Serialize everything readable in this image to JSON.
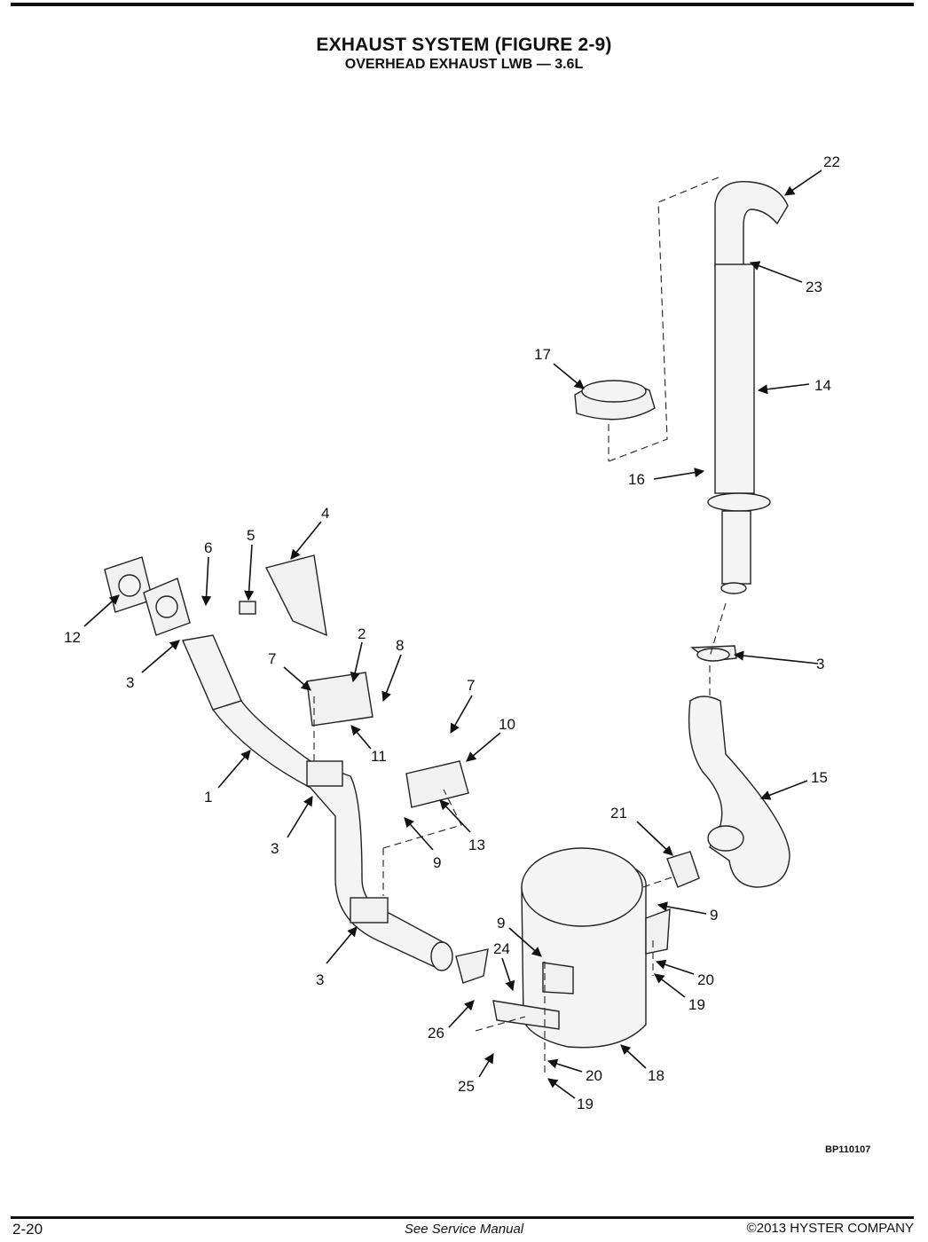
{
  "header": {
    "title": "EXHAUST SYSTEM (FIGURE 2-9)",
    "subtitle": "OVERHEAD EXHAUST LWB — 3.6L"
  },
  "diagram": {
    "reference_code": "BP110107",
    "callouts": [
      "22",
      "23",
      "17",
      "14",
      "16",
      "4",
      "5",
      "6",
      "12",
      "3",
      "2",
      "8",
      "7",
      "11",
      "1",
      "3",
      "7",
      "10",
      "3",
      "9",
      "13",
      "3",
      "21",
      "15",
      "9",
      "3",
      "9",
      "24",
      "20",
      "19",
      "26",
      "25",
      "20",
      "18",
      "19"
    ]
  },
  "footer": {
    "page_number": "2-20",
    "center_text": "See Service Manual",
    "copyright": "©2013 HYSTER COMPANY"
  }
}
